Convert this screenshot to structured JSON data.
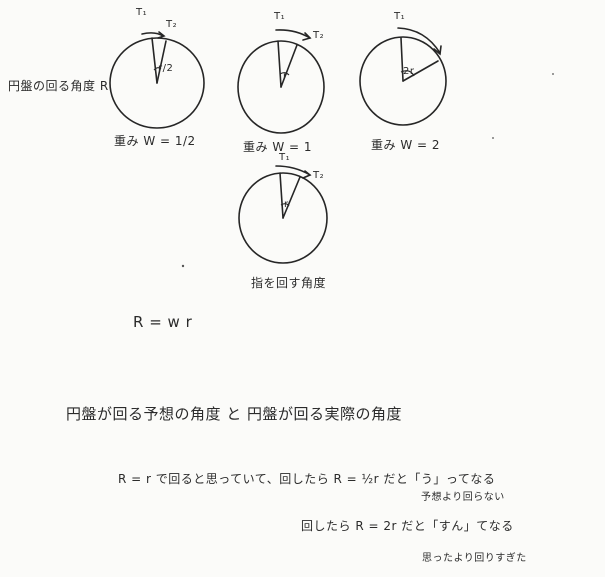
{
  "left_label": "円盤の回る角度 R",
  "diagrams": [
    {
      "t1": "T₁",
      "t2": "T₂",
      "center_label": "r/2",
      "caption": "重み W = 1/2"
    },
    {
      "t1": "T₁",
      "t2": "T₂",
      "center_label": "r",
      "caption": "重み W = 1"
    },
    {
      "t1": "T₁",
      "t2": "T₂",
      "center_label": "2r",
      "caption": "重み W = 2"
    },
    {
      "t1": "T₁",
      "t2": "T₂",
      "center_label": "r",
      "caption": "指を回す角度"
    }
  ],
  "formula": "R = w r",
  "heading": "円盤が回る予想の角度 と 円盤が回る実際の角度",
  "notes": {
    "line1": "R = r で回ると思っていて、回したら R = ½r だと「う」ってなる",
    "line1_sub": "予想より回らない",
    "line2": "回したら R = 2r だと「すん」てなる",
    "line2_sub": "思ったより回りすぎた"
  }
}
